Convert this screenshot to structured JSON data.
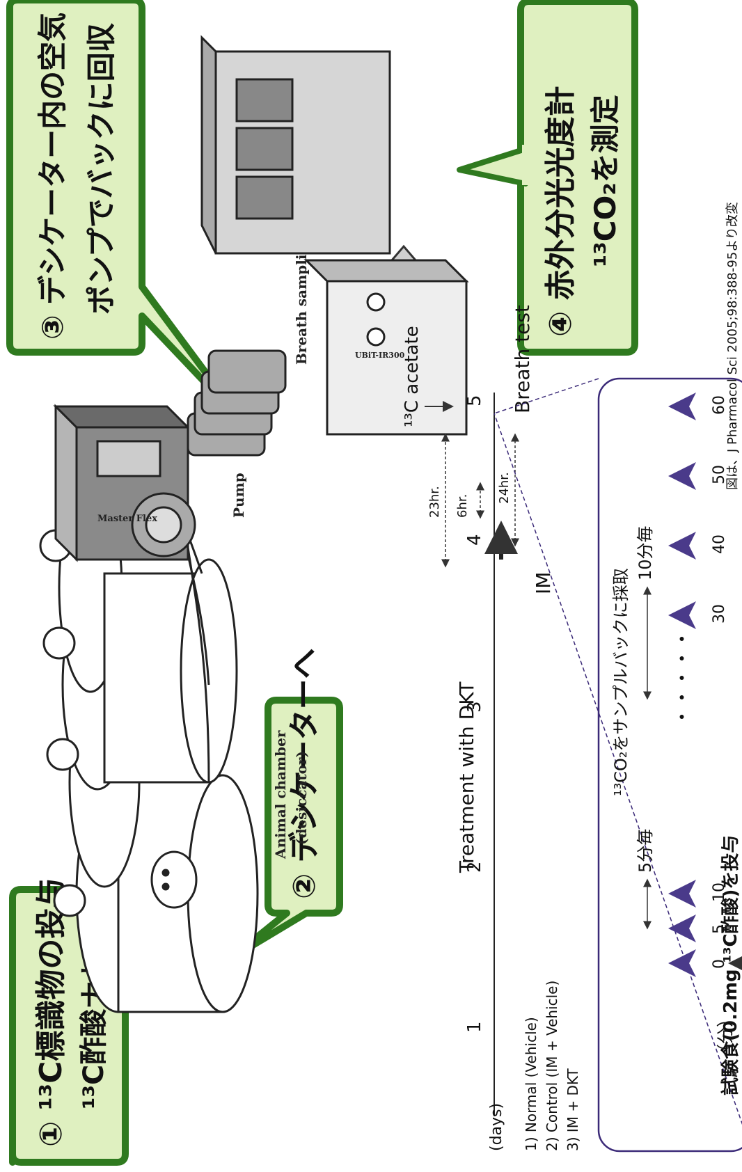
{
  "callouts": {
    "step1": {
      "line1": "① ¹³C標識物の投与",
      "line2": "¹³C酢酸ナトリウム"
    },
    "step2": {
      "line1": "② デシケーターへ"
    },
    "step3": {
      "line1": "③ デシケーター内の空気",
      "line2": "ポンプでバックに回収"
    },
    "step4": {
      "line1": "④ 赤外分光光度計",
      "line2": "¹³CO₂を測定"
    }
  },
  "equipment": {
    "animal_chamber": "Animal chamber",
    "desiccator": "(desiccator)",
    "pump": "Pump",
    "bags": "Breath sampling bags",
    "pump_brand": "Master Flex",
    "analyzer_brand": "UBiT-IR300"
  },
  "timeline": {
    "days_label": "(days)",
    "treatment": "Treatment with DKT",
    "acetate": "¹³C acetate",
    "breath_test": "Breath test",
    "im": "IM",
    "day_labels": [
      "1",
      "2",
      "3",
      "4",
      "5"
    ],
    "interval_23": "23hr.",
    "interval_6": "6hr.",
    "interval_24": "24hr.",
    "groups": [
      "1)  Normal (Vehicle)",
      "2)  Control (IM + Vehicle)",
      "3)  IM + DKT"
    ]
  },
  "sampling": {
    "collect_title": "¹³CO₂をサンプルバックに採取",
    "every5": "5分毎",
    "every10": "10分毎",
    "minutes_unit": "（分）",
    "time_marks": [
      "0",
      "5",
      "10",
      "30",
      "40",
      "50",
      "60"
    ],
    "dots": "・・・・・",
    "dose_text": "試験食(0.2mg ¹³C酢酸)を投与"
  },
  "source_note": "図は、J Pharmacol Sci 2005;98:388-95より改変"
}
